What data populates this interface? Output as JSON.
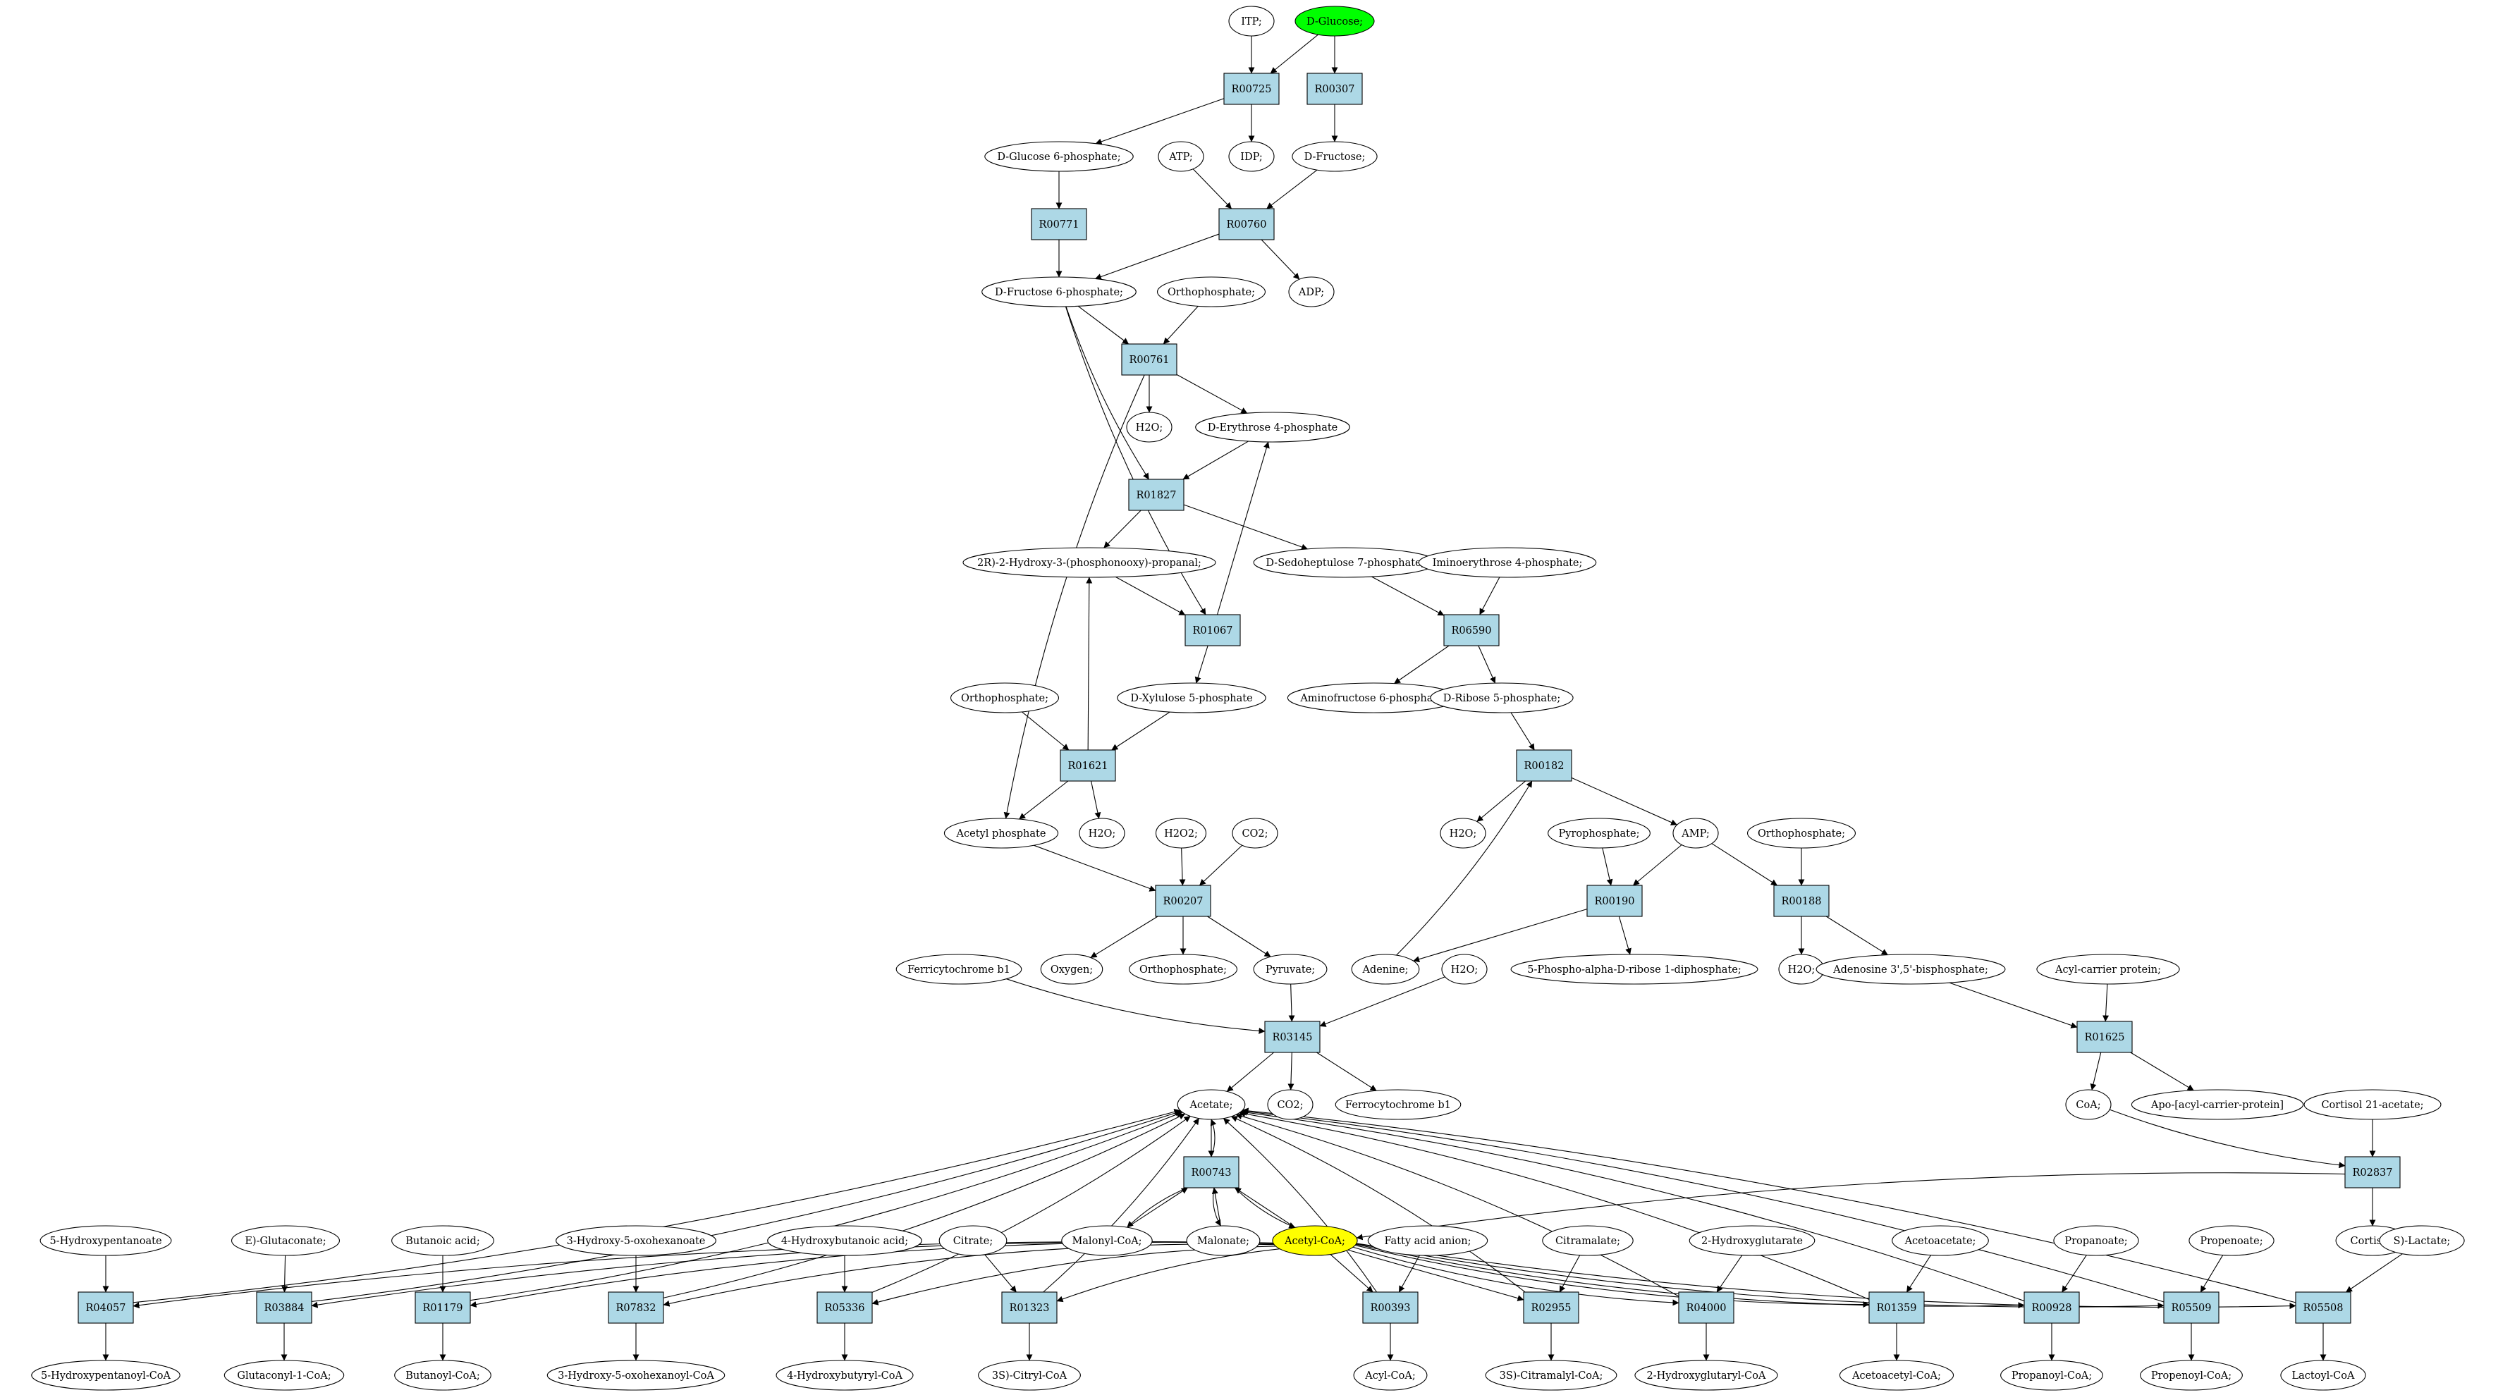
{
  "colors": {
    "reaction_fill": "#add8e6",
    "start_fill": "#00ff00",
    "target_fill": "#ffff00",
    "compound_fill": "#ffffff",
    "stroke": "#000000"
  },
  "compounds": [
    {
      "id": "c-itp",
      "label": "ITP;"
    },
    {
      "id": "c-dglucose",
      "label": "D-Glucose;",
      "role": "start"
    },
    {
      "id": "c-g6p",
      "label": "D-Glucose 6-phosphate;"
    },
    {
      "id": "c-idp",
      "label": "IDP;"
    },
    {
      "id": "c-dfructose",
      "label": "D-Fructose;"
    },
    {
      "id": "c-atp",
      "label": "ATP;"
    },
    {
      "id": "c-f6p",
      "label": "D-Fructose 6-phosphate;"
    },
    {
      "id": "c-adp",
      "label": "ADP;"
    },
    {
      "id": "c-ortho1",
      "label": "Orthophosphate;"
    },
    {
      "id": "c-h2o-1",
      "label": "H2O;"
    },
    {
      "id": "c-e4p",
      "label": "D-Erythrose 4-phosphate"
    },
    {
      "id": "c-2r",
      "label": "2R)-2-Hydroxy-3-(phosphonooxy)-propanal;"
    },
    {
      "id": "c-s7p",
      "label": "D-Sedoheptulose 7-phosphate;"
    },
    {
      "id": "c-imino",
      "label": "Iminoerythrose 4-phosphate;"
    },
    {
      "id": "c-x5p",
      "label": "D-Xylulose 5-phosphate"
    },
    {
      "id": "c-amino",
      "label": "Aminofructose 6-phosphate;"
    },
    {
      "id": "c-r5p",
      "label": "D-Ribose 5-phosphate;"
    },
    {
      "id": "c-ortho2",
      "label": "Orthophosphate;"
    },
    {
      "id": "c-acetylp",
      "label": "Acetyl phosphate"
    },
    {
      "id": "c-h2o-2",
      "label": "H2O;"
    },
    {
      "id": "c-h2o2",
      "label": "H2O2;"
    },
    {
      "id": "c-co2a",
      "label": "CO2;"
    },
    {
      "id": "c-h2o-3",
      "label": "H2O;"
    },
    {
      "id": "c-pyro",
      "label": "Pyrophosphate;"
    },
    {
      "id": "c-amp",
      "label": "AMP;"
    },
    {
      "id": "c-ortho3",
      "label": "Orthophosphate;"
    },
    {
      "id": "c-ferri",
      "label": "Ferricytochrome b1"
    },
    {
      "id": "c-oxygen",
      "label": "Oxygen;"
    },
    {
      "id": "c-ortho4",
      "label": "Orthophosphate;"
    },
    {
      "id": "c-pyruvate",
      "label": "Pyruvate;"
    },
    {
      "id": "c-adenine",
      "label": "Adenine;"
    },
    {
      "id": "c-h2o-4",
      "label": "H2O;"
    },
    {
      "id": "c-prpp",
      "label": "5-Phospho-alpha-D-ribose 1-diphosphate;"
    },
    {
      "id": "c-h2o-5",
      "label": "H2O;"
    },
    {
      "id": "c-pap",
      "label": "Adenosine 3',5'-bisphosphate;"
    },
    {
      "id": "c-acp",
      "label": "Acyl-carrier protein;"
    },
    {
      "id": "c-acetate",
      "label": "Acetate;"
    },
    {
      "id": "c-co2b",
      "label": "CO2;"
    },
    {
      "id": "c-ferro",
      "label": "Ferrocytochrome b1"
    },
    {
      "id": "c-coa",
      "label": "CoA;"
    },
    {
      "id": "c-apoacp",
      "label": "Apo-[acyl-carrier-protein]"
    },
    {
      "id": "c-cortisol21",
      "label": "Cortisol 21-acetate;"
    },
    {
      "id": "c-malonylcoa",
      "label": "Malonyl-CoA;"
    },
    {
      "id": "c-malonate",
      "label": "Malonate;"
    },
    {
      "id": "c-acetylcoa",
      "label": "Acetyl-CoA;",
      "role": "target"
    },
    {
      "id": "c-cortisol",
      "label": "Cortisol;"
    },
    {
      "id": "c-5hp",
      "label": "5-Hydroxypentanoate"
    },
    {
      "id": "c-eglut",
      "label": "E)-Glutaconate;"
    },
    {
      "id": "c-butanoic",
      "label": "Butanoic acid;"
    },
    {
      "id": "c-3h5o",
      "label": "3-Hydroxy-5-oxohexanoate"
    },
    {
      "id": "c-4hb",
      "label": "4-Hydroxybutanoic acid;"
    },
    {
      "id": "c-citrate",
      "label": "Citrate;"
    },
    {
      "id": "c-fatty",
      "label": "Fatty acid anion;"
    },
    {
      "id": "c-citramalate",
      "label": "Citramalate;"
    },
    {
      "id": "c-2hg",
      "label": "2-Hydroxyglutarate"
    },
    {
      "id": "c-acetoacetate",
      "label": "Acetoacetate;"
    },
    {
      "id": "c-propanoate",
      "label": "Propanoate;"
    },
    {
      "id": "c-propenoate",
      "label": "Propenoate;"
    },
    {
      "id": "c-slactate",
      "label": "S)-Lactate;"
    },
    {
      "id": "c-5hpcoa",
      "label": "5-Hydroxypentanoyl-CoA"
    },
    {
      "id": "c-glutaconylcoa",
      "label": "Glutaconyl-1-CoA;"
    },
    {
      "id": "c-butanoylcoa",
      "label": "Butanoyl-CoA;"
    },
    {
      "id": "c-3h5ocoa",
      "label": "3-Hydroxy-5-oxohexanoyl-CoA"
    },
    {
      "id": "c-4hbcoa",
      "label": "4-Hydroxybutyryl-CoA"
    },
    {
      "id": "c-citrylcoa",
      "label": "3S)-Citryl-CoA"
    },
    {
      "id": "c-acylcoa",
      "label": "Acyl-CoA;"
    },
    {
      "id": "c-citramalylcoa",
      "label": "3S)-Citramalyl-CoA;"
    },
    {
      "id": "c-2hgcoa",
      "label": "2-Hydroxyglutaryl-CoA"
    },
    {
      "id": "c-acetoacetylcoa",
      "label": "Acetoacetyl-CoA;"
    },
    {
      "id": "c-propanoylcoa",
      "label": "Propanoyl-CoA;"
    },
    {
      "id": "c-propenoylcoa",
      "label": "Propenoyl-CoA;"
    },
    {
      "id": "c-lactoylcoa",
      "label": "Lactoyl-CoA"
    }
  ],
  "reactions": [
    {
      "id": "r-R00725",
      "label": "R00725"
    },
    {
      "id": "r-R00307",
      "label": "R00307"
    },
    {
      "id": "r-R00771",
      "label": "R00771"
    },
    {
      "id": "r-R00760",
      "label": "R00760"
    },
    {
      "id": "r-R00761",
      "label": "R00761"
    },
    {
      "id": "r-R01827",
      "label": "R01827"
    },
    {
      "id": "r-R01067",
      "label": "R01067"
    },
    {
      "id": "r-R06590",
      "label": "R06590"
    },
    {
      "id": "r-R01621",
      "label": "R01621"
    },
    {
      "id": "r-R00182",
      "label": "R00182"
    },
    {
      "id": "r-R00207",
      "label": "R00207"
    },
    {
      "id": "r-R00190",
      "label": "R00190"
    },
    {
      "id": "r-R00188",
      "label": "R00188"
    },
    {
      "id": "r-R03145",
      "label": "R03145"
    },
    {
      "id": "r-R01625",
      "label": "R01625"
    },
    {
      "id": "r-R00743",
      "label": "R00743"
    },
    {
      "id": "r-R02837",
      "label": "R02837"
    },
    {
      "id": "r-R04057",
      "label": "R04057"
    },
    {
      "id": "r-R03884",
      "label": "R03884"
    },
    {
      "id": "r-R01179",
      "label": "R01179"
    },
    {
      "id": "r-R07832",
      "label": "R07832"
    },
    {
      "id": "r-R05336",
      "label": "R05336"
    },
    {
      "id": "r-R01323",
      "label": "R01323"
    },
    {
      "id": "r-R00393",
      "label": "R00393"
    },
    {
      "id": "r-R02955",
      "label": "R02955"
    },
    {
      "id": "r-R04000",
      "label": "R04000"
    },
    {
      "id": "r-R01359",
      "label": "R01359"
    },
    {
      "id": "r-R00928",
      "label": "R00928"
    },
    {
      "id": "r-R05509",
      "label": "R05509"
    },
    {
      "id": "r-R05508",
      "label": "R05508"
    }
  ],
  "edges": [
    [
      "c-itp",
      "r-R00725"
    ],
    [
      "c-dglucose",
      "r-R00725"
    ],
    [
      "c-dglucose",
      "r-R00307"
    ],
    [
      "r-R00725",
      "c-g6p"
    ],
    [
      "r-R00725",
      "c-idp"
    ],
    [
      "r-R00307",
      "c-dfructose"
    ],
    [
      "c-g6p",
      "r-R00771"
    ],
    [
      "c-atp",
      "r-R00760"
    ],
    [
      "c-dfructose",
      "r-R00760"
    ],
    [
      "r-R00771",
      "c-f6p"
    ],
    [
      "r-R00760",
      "c-f6p"
    ],
    [
      "r-R00760",
      "c-adp"
    ],
    [
      "c-f6p",
      "r-R00761"
    ],
    [
      "c-ortho1",
      "r-R00761"
    ],
    [
      "r-R00761",
      "c-h2o-1"
    ],
    [
      "r-R00761",
      "c-e4p"
    ],
    [
      "r-R00761",
      "c-acetylp"
    ],
    [
      "c-f6p",
      "r-R01827"
    ],
    [
      "c-e4p",
      "r-R01827"
    ],
    [
      "r-R01827",
      "c-2r"
    ],
    [
      "r-R01827",
      "c-s7p"
    ],
    [
      "c-f6p",
      "r-R01067"
    ],
    [
      "c-2r",
      "r-R01067"
    ],
    [
      "r-R01067",
      "c-e4p"
    ],
    [
      "r-R01067",
      "c-x5p"
    ],
    [
      "c-s7p",
      "r-R06590"
    ],
    [
      "c-imino",
      "r-R06590"
    ],
    [
      "r-R06590",
      "c-amino"
    ],
    [
      "r-R06590",
      "c-r5p"
    ],
    [
      "c-ortho2",
      "r-R01621"
    ],
    [
      "c-x5p",
      "r-R01621"
    ],
    [
      "r-R01621",
      "c-2r"
    ],
    [
      "r-R01621",
      "c-acetylp"
    ],
    [
      "r-R01621",
      "c-h2o-2"
    ],
    [
      "c-r5p",
      "r-R00182"
    ],
    [
      "r-R00182",
      "c-h2o-3"
    ],
    [
      "r-R00182",
      "c-amp"
    ],
    [
      "c-adenine",
      "r-R00182"
    ],
    [
      "c-acetylp",
      "r-R00207"
    ],
    [
      "c-h2o2",
      "r-R00207"
    ],
    [
      "c-co2a",
      "r-R00207"
    ],
    [
      "r-R00207",
      "c-oxygen"
    ],
    [
      "r-R00207",
      "c-ortho4"
    ],
    [
      "r-R00207",
      "c-pyruvate"
    ],
    [
      "c-pyro",
      "r-R00190"
    ],
    [
      "c-amp",
      "r-R00190"
    ],
    [
      "r-R00190",
      "c-adenine"
    ],
    [
      "r-R00190",
      "c-prpp"
    ],
    [
      "c-amp",
      "r-R00188"
    ],
    [
      "c-ortho3",
      "r-R00188"
    ],
    [
      "r-R00188",
      "c-h2o-5"
    ],
    [
      "r-R00188",
      "c-pap"
    ],
    [
      "c-ferri",
      "r-R03145"
    ],
    [
      "c-pyruvate",
      "r-R03145"
    ],
    [
      "c-h2o-4",
      "r-R03145"
    ],
    [
      "r-R03145",
      "c-acetate"
    ],
    [
      "r-R03145",
      "c-co2b"
    ],
    [
      "r-R03145",
      "c-ferro"
    ],
    [
      "c-pap",
      "r-R01625"
    ],
    [
      "c-acp",
      "r-R01625"
    ],
    [
      "r-R01625",
      "c-coa"
    ],
    [
      "r-R01625",
      "c-apoacp"
    ],
    [
      "c-coa",
      "r-R02837"
    ],
    [
      "c-cortisol21",
      "r-R02837"
    ],
    [
      "r-R02837",
      "c-acetylcoa"
    ],
    [
      "r-R02837",
      "c-cortisol"
    ],
    [
      "c-acetate",
      "r-R00743"
    ],
    [
      "r-R00743",
      "c-acetate"
    ],
    [
      "c-malonylcoa",
      "r-R00743"
    ],
    [
      "r-R00743",
      "c-malonylcoa"
    ],
    [
      "c-malonate",
      "r-R00743"
    ],
    [
      "r-R00743",
      "c-malonate"
    ],
    [
      "c-acetylcoa",
      "r-R00743"
    ],
    [
      "r-R00743",
      "c-acetylcoa"
    ],
    [
      "c-5hp",
      "r-R04057"
    ],
    [
      "c-acetylcoa",
      "r-R04057"
    ],
    [
      "r-R04057",
      "c-5hpcoa"
    ],
    [
      "r-R04057",
      "c-acetate"
    ],
    [
      "c-eglut",
      "r-R03884"
    ],
    [
      "c-acetylcoa",
      "r-R03884"
    ],
    [
      "r-R03884",
      "c-glutaconylcoa"
    ],
    [
      "r-R03884",
      "c-acetate"
    ],
    [
      "c-butanoic",
      "r-R01179"
    ],
    [
      "c-acetylcoa",
      "r-R01179"
    ],
    [
      "r-R01179",
      "c-butanoylcoa"
    ],
    [
      "r-R01179",
      "c-acetate"
    ],
    [
      "c-3h5o",
      "r-R07832"
    ],
    [
      "c-acetylcoa",
      "r-R07832"
    ],
    [
      "r-R07832",
      "c-3h5ocoa"
    ],
    [
      "r-R07832",
      "c-acetate"
    ],
    [
      "c-4hb",
      "r-R05336"
    ],
    [
      "c-acetylcoa",
      "r-R05336"
    ],
    [
      "r-R05336",
      "c-4hbcoa"
    ],
    [
      "r-R05336",
      "c-acetate"
    ],
    [
      "c-citrate",
      "r-R01323"
    ],
    [
      "c-acetylcoa",
      "r-R01323"
    ],
    [
      "r-R01323",
      "c-citrylcoa"
    ],
    [
      "r-R01323",
      "c-acetate"
    ],
    [
      "c-fatty",
      "r-R00393"
    ],
    [
      "c-acetylcoa",
      "r-R00393"
    ],
    [
      "r-R00393",
      "c-acylcoa"
    ],
    [
      "r-R00393",
      "c-acetate"
    ],
    [
      "c-citramalate",
      "r-R02955"
    ],
    [
      "c-acetylcoa",
      "r-R02955"
    ],
    [
      "r-R02955",
      "c-citramalylcoa"
    ],
    [
      "r-R02955",
      "c-acetate"
    ],
    [
      "c-2hg",
      "r-R04000"
    ],
    [
      "c-acetylcoa",
      "r-R04000"
    ],
    [
      "r-R04000",
      "c-2hgcoa"
    ],
    [
      "r-R04000",
      "c-acetate"
    ],
    [
      "c-acetoacetate",
      "r-R01359"
    ],
    [
      "c-acetylcoa",
      "r-R01359"
    ],
    [
      "r-R01359",
      "c-acetoacetylcoa"
    ],
    [
      "r-R01359",
      "c-acetate"
    ],
    [
      "c-propanoate",
      "r-R00928"
    ],
    [
      "c-acetylcoa",
      "r-R00928"
    ],
    [
      "r-R00928",
      "c-propanoylcoa"
    ],
    [
      "r-R00928",
      "c-acetate"
    ],
    [
      "c-propenoate",
      "r-R05509"
    ],
    [
      "c-acetylcoa",
      "r-R05509"
    ],
    [
      "r-R05509",
      "c-propenoylcoa"
    ],
    [
      "r-R05509",
      "c-acetate"
    ],
    [
      "c-slactate",
      "r-R05508"
    ],
    [
      "c-acetylcoa",
      "r-R05508"
    ],
    [
      "r-R05508",
      "c-lactoylcoa"
    ],
    [
      "r-R05508",
      "c-acetate"
    ]
  ]
}
